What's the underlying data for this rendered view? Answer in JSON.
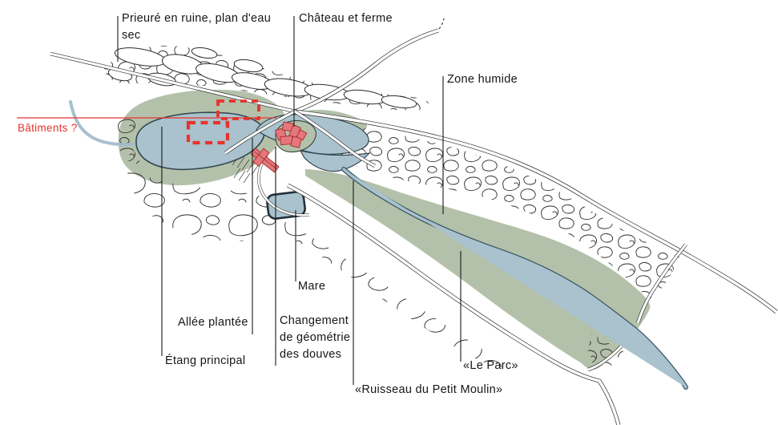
{
  "map": {
    "type": "annotated-landscape-sketch",
    "labels": {
      "prieure": {
        "line1": "Prieuré en ruine, plan d'eau",
        "line2": "sec"
      },
      "chateau": "Château et ferme",
      "zone_humide": "Zone humide",
      "batiments": "Bâtiments ?",
      "mare": "Mare",
      "allee": "Allée plantée",
      "etang": "Étang principal",
      "changement": {
        "line1": "Changement",
        "line2": "de géométrie",
        "line3": "des douves"
      },
      "ruisseau": "«Ruisseau du Petit Moulin»",
      "le_parc": "«Le Parc»"
    },
    "colors": {
      "annotation_red": "#e8322d",
      "water_blue": "#a9c2cd",
      "stream_edge": "#3e5a69",
      "vegetation_green": "#b4c1aa",
      "building_red": "#e5767b",
      "building_outline": "#a93636",
      "ink": "#222222"
    }
  }
}
